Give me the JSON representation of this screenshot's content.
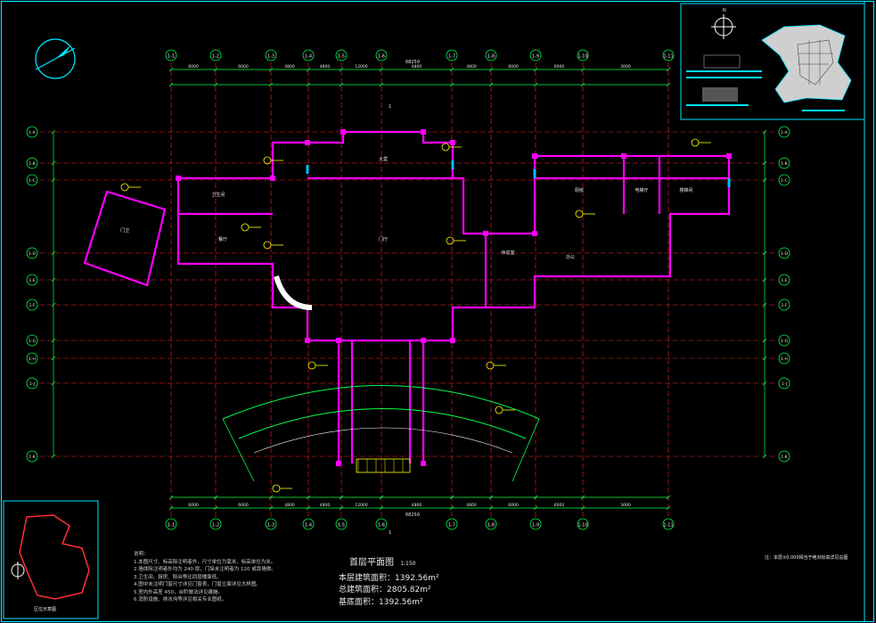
{
  "drawing": {
    "title": "首层平面图",
    "scale": "1:150",
    "areas": [
      {
        "label": "本层建筑面积：",
        "value": "1392.56m²"
      },
      {
        "label": "总建筑面积：",
        "value": "2805.82m²"
      },
      {
        "label": "基底面积：",
        "value": "1392.56m²"
      }
    ],
    "notes_title": "说明：",
    "notes": [
      "1.本图尺寸、标高除注明者外，尺寸单位为毫米，标高单位为米。",
      "2.墙体除注明者外均为 240 厚，门垛未注明者为 120 或靠墙做。",
      "3.卫生间、厨房、阳台等比同层楼面低。",
      "4.图中未注明门窗尺寸详见门窗表，门窗立面详见大样图。",
      "5.室内外高差 450，台阶做法详见建施。",
      "6.消防设施、排水沟等详见相关专业图纸。"
    ],
    "site_plan_label": "区位示意图",
    "right_note": "注：本层±0.000相当于绝对标高详见总图",
    "north_label": "N",
    "section_mark": "1",
    "total_dim": "68250",
    "col_axes": [
      "1-1",
      "1-2",
      "1-3",
      "1-4",
      "1-5",
      "1-6",
      "1-7",
      "1-8",
      "1-9",
      "1-10",
      "1-11"
    ],
    "row_axes": [
      "1-A",
      "1-B",
      "1-C",
      "1-D",
      "1-E",
      "1-F",
      "1-G",
      "1-H",
      "1-J",
      "1-K"
    ],
    "grid_dims": [
      "6000",
      "6000",
      "4800",
      "4800",
      "12000",
      "4800",
      "4800",
      "6000",
      "6000",
      "3000"
    ],
    "room_labels": [
      "门厅",
      "大堂",
      "餐厅",
      "厨房",
      "办公",
      "门卫",
      "休息室",
      "楼梯间",
      "卫生间",
      "电梯厅"
    ]
  },
  "colors": {
    "background": "#000000",
    "border": "#00e5ff",
    "wall": "#ff00ff",
    "dimension": "#00ff4c",
    "axis": "#ff2020",
    "text": "#e8e8e8",
    "tag": "#ffff00",
    "window": "#00bfff"
  }
}
